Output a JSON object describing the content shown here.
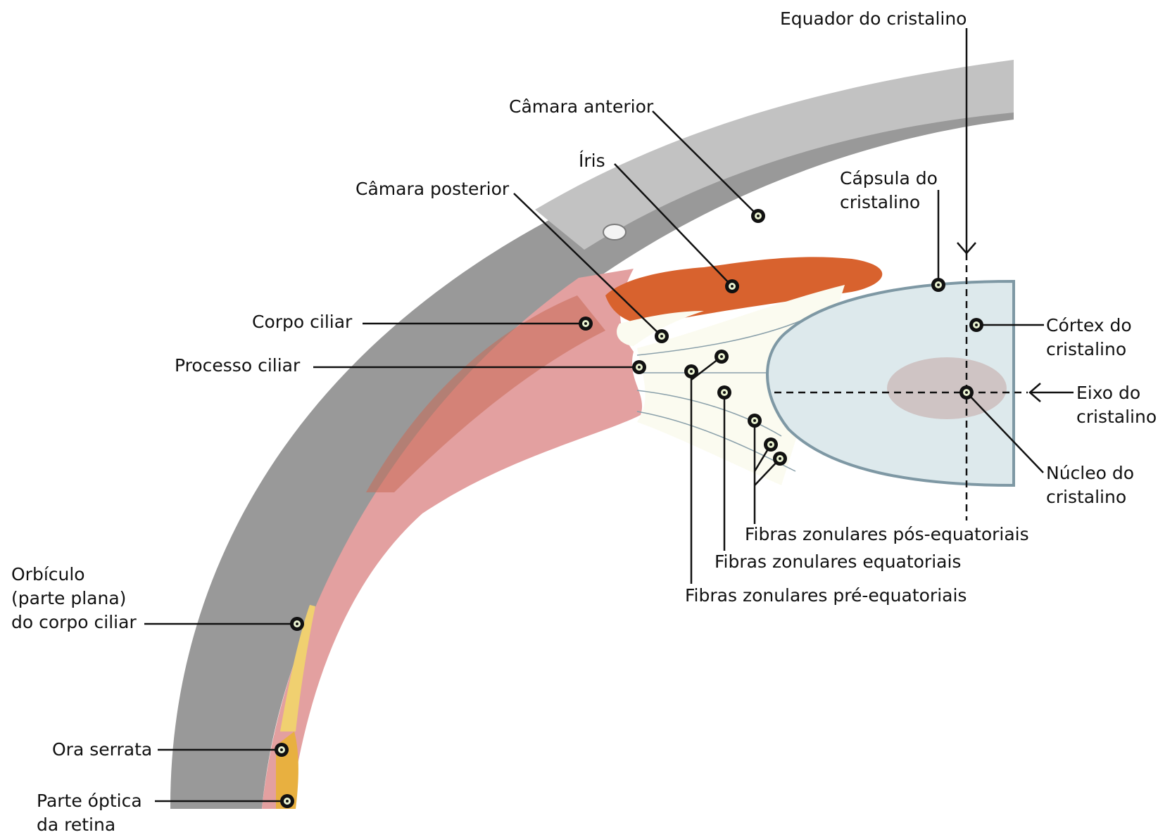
{
  "labels": {
    "equador": "Equador do cristalino",
    "camara_anterior": "Câmara anterior",
    "iris": "Íris",
    "camara_posterior": "Câmara posterior",
    "capsula": [
      "Cápsula do",
      "cristalino"
    ],
    "corpo_ciliar": "Corpo ciliar",
    "processo_ciliar": "Processo ciliar",
    "cortex": [
      "Córtex do",
      "cristalino"
    ],
    "eixo": [
      "Eixo do",
      "cristalino"
    ],
    "nucleo": [
      "Núcleo do",
      "cristalino"
    ],
    "fibras_pos": "Fibras zonulares pós-equatoriais",
    "fibras_eq": "Fibras zonulares equatoriais",
    "fibras_pre": "Fibras zonulares pré-equatoriais",
    "orbiculo": [
      "Orbículo",
      "(parte plana)",
      "do corpo ciliar"
    ],
    "ora_serrata": "Ora serrata",
    "parte_optica": [
      "Parte óptica",
      "da retina"
    ]
  },
  "colors": {
    "sclera": "#999999",
    "cornea": "#c2c2c2",
    "ciliary_body": "#e3a0a0",
    "iris": "#d8622e",
    "lens": "#dde9ec",
    "nucleus": "#cfc4c4",
    "retina": "#e8b040",
    "zonule": "#fbfbf0"
  }
}
